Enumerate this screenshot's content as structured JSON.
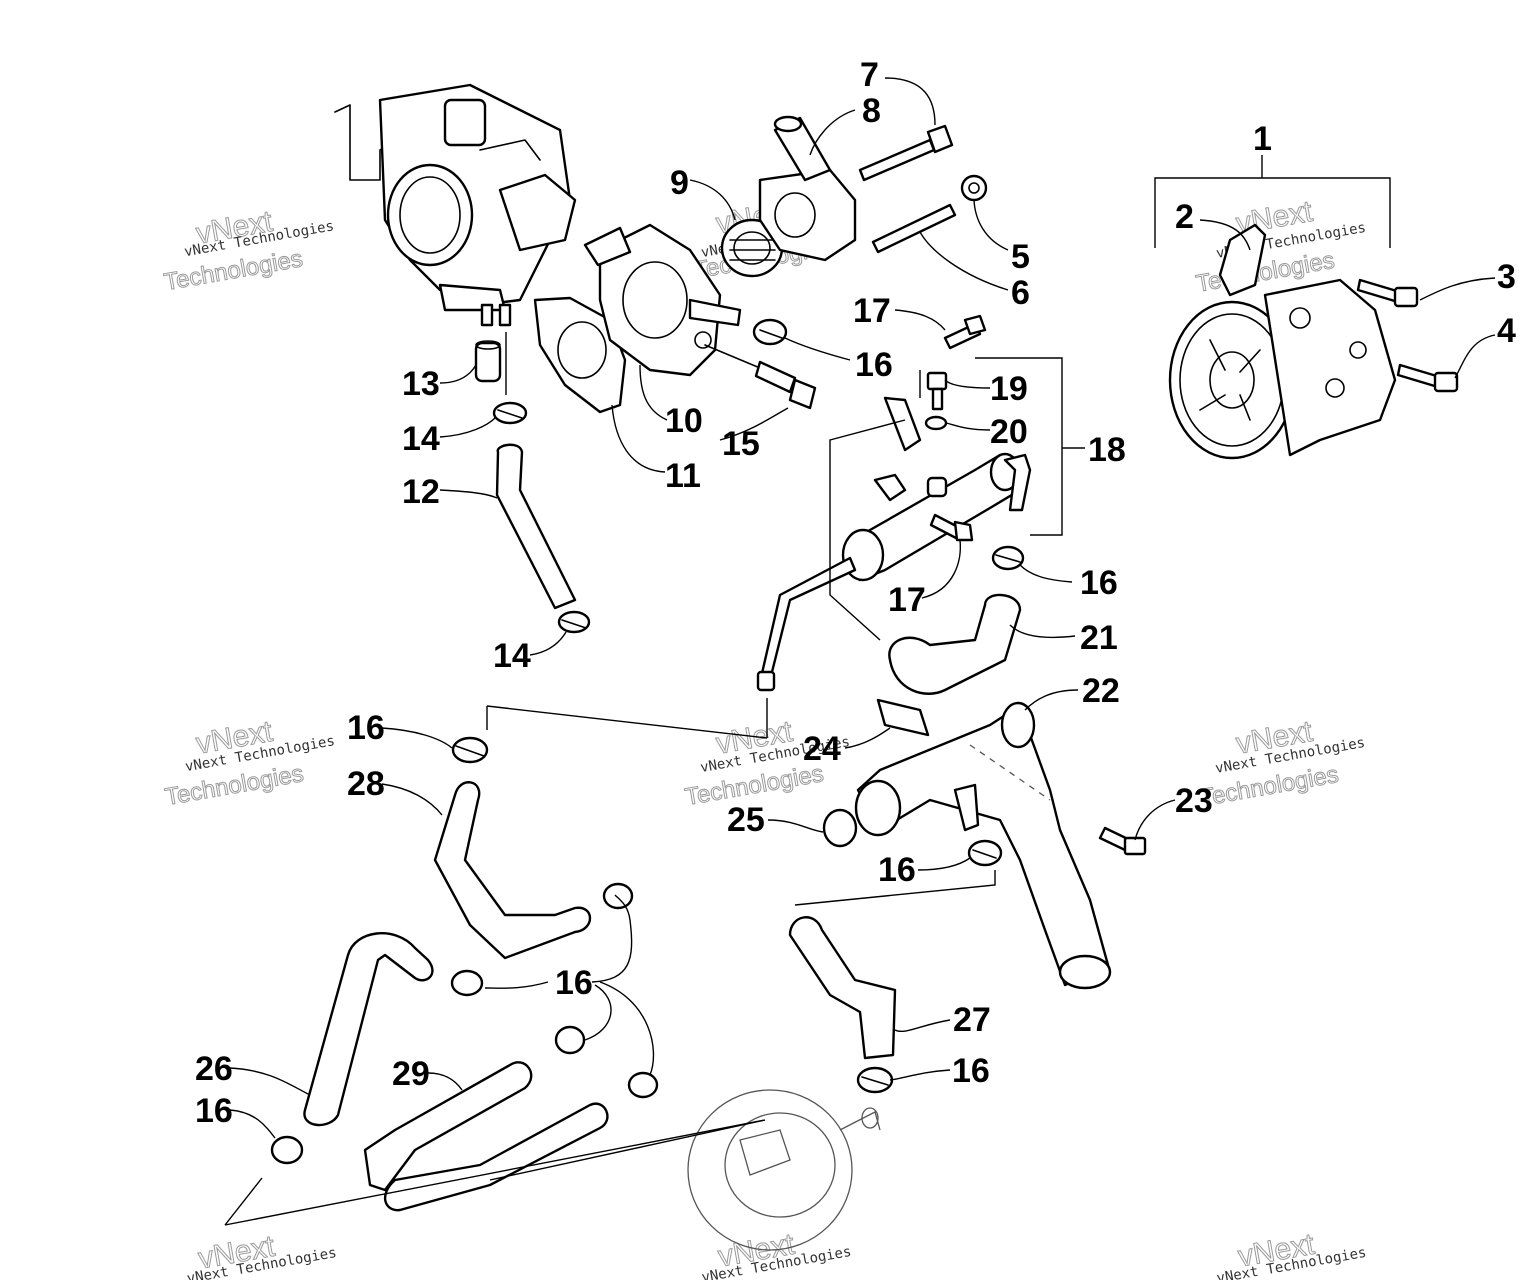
{
  "callouts": {
    "c1": "1",
    "c2": "2",
    "c3": "3",
    "c4": "4",
    "c5": "5",
    "c6": "6",
    "c7": "7",
    "c8": "8",
    "c9": "9",
    "c10": "10",
    "c11": "11",
    "c12": "12",
    "c13": "13",
    "c14a": "14",
    "c14b": "14",
    "c15": "15",
    "c16a": "16",
    "c16b": "16",
    "c16c": "16",
    "c16d": "16",
    "c16e": "16",
    "c16f": "16",
    "c16g": "16",
    "c17a": "17",
    "c17b": "17",
    "c18": "18",
    "c19": "19",
    "c20": "20",
    "c21": "21",
    "c22": "22",
    "c23": "23",
    "c24": "24",
    "c25": "25",
    "c26": "26",
    "c27": "27",
    "c28": "28",
    "c29": "29"
  },
  "watermark": {
    "line": "vNext Technologies",
    "big1": "vNext",
    "big2": "Technologies"
  }
}
